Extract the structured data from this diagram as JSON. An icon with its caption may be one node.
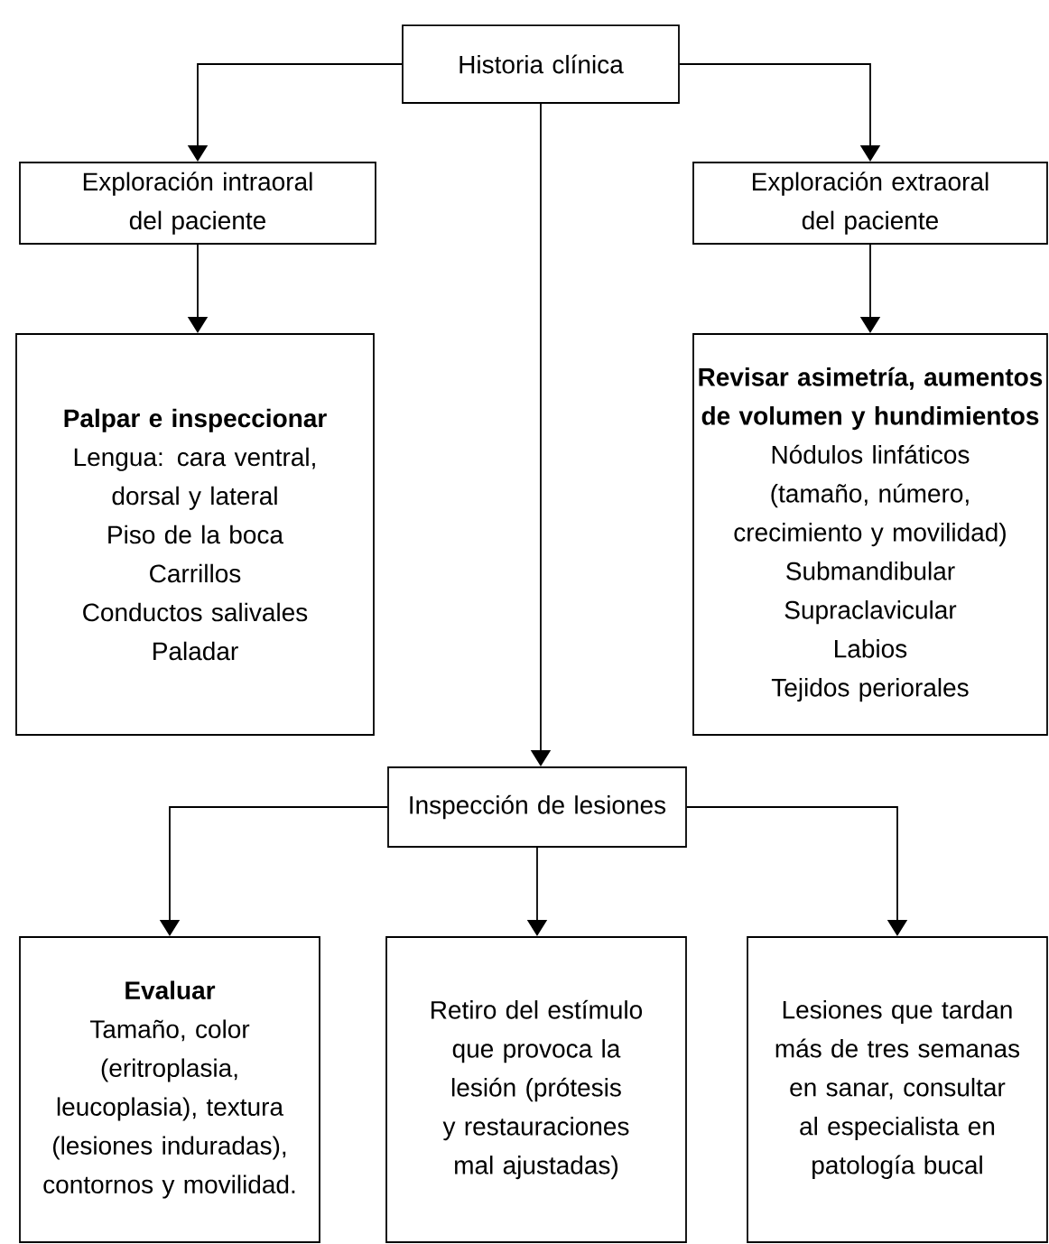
{
  "diagram": {
    "nodes": [
      {
        "text": [
          "Historia clínica"
        ]
      },
      {
        "text": [
          "Exploración intraoral del paciente"
        ]
      },
      {
        "text": [
          "Exploración extraoral del paciente"
        ]
      },
      {
        "text": [
          "Palpar e inspeccionar",
          "Lengua: cara ventral, dorsal y lateral",
          "Piso de la boca",
          "Carrillos",
          "Conductos salivales",
          "Paladar"
        ]
      },
      {
        "text": [
          "Revisar asimetría, aumentos de volumen y hundimientos",
          "Nódulos linfáticos (tamaño, número, crecimiento y movilidad)",
          "Submandibular",
          "Supraclavicular",
          "Labios",
          "Tejidos periorales"
        ]
      },
      {
        "text": [
          "Inspección de lesiones"
        ]
      },
      {
        "text": [
          "Evaluar",
          "Tamaño, color (eritroplasia, leucoplasia), textura (lesiones induradas), contornos y movilidad."
        ]
      },
      {
        "text": [
          "Retiro del estímulo que provoca la lesión (prótesis y restauraciones mal ajustadas)"
        ]
      },
      {
        "text": [
          "Lesiones que tardan más de tres semanas en sanar, consultar al especialista en patología bucal"
        ]
      }
    ],
    "edges": [
      {
        "from": 0,
        "to": 1,
        "arrow": "to"
      },
      {
        "from": 0,
        "to": 2,
        "arrow": "to"
      },
      {
        "from": 1,
        "to": 3,
        "arrow": "to"
      },
      {
        "from": 2,
        "to": 4,
        "arrow": "to"
      },
      {
        "from": 0,
        "to": 5,
        "arrow": "to"
      },
      {
        "from": 5,
        "to": 6,
        "arrow": "to"
      },
      {
        "from": 5,
        "to": 7,
        "arrow": "to"
      },
      {
        "from": 5,
        "to": 8,
        "arrow": "to"
      }
    ]
  }
}
